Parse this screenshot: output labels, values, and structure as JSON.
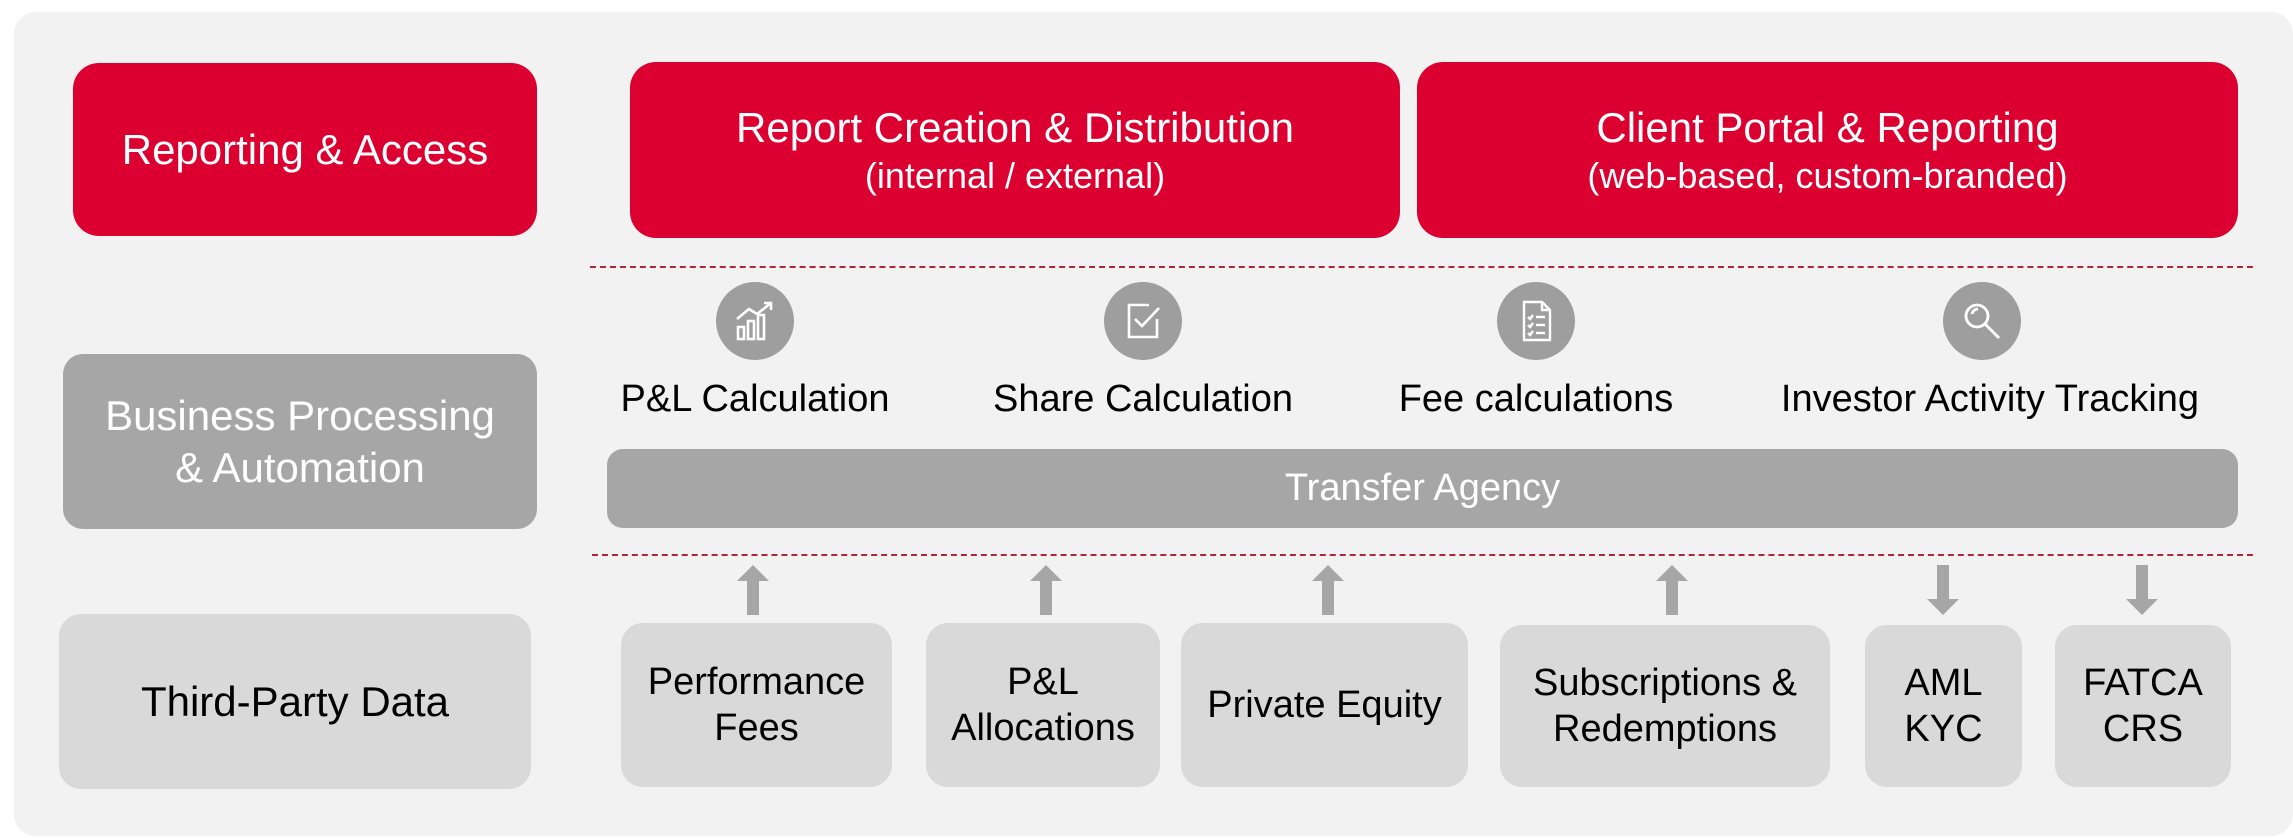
{
  "layers": {
    "reporting": "Reporting & Access",
    "processing_line1": "Business Processing",
    "processing_line2": "& Automation",
    "third_party": "Third-Party Data"
  },
  "reporting_boxes": [
    {
      "title": "Report Creation & Distribution",
      "subtitle": "(internal / external)"
    },
    {
      "title": "Client Portal & Reporting",
      "subtitle": "(web-based, custom-branded)"
    }
  ],
  "processes": [
    {
      "label": "P&L Calculation",
      "icon": "chart-growth-icon"
    },
    {
      "label": "Share Calculation",
      "icon": "checkbox-icon"
    },
    {
      "label": "Fee calculations",
      "icon": "checklist-document-icon"
    },
    {
      "label": "Investor Activity Tracking",
      "icon": "magnifier-icon"
    }
  ],
  "transfer_agency": "Transfer Agency",
  "data_sources": [
    {
      "line1": "Performance",
      "line2": "Fees",
      "direction": "up"
    },
    {
      "line1": "P&L",
      "line2": "Allocations",
      "direction": "up"
    },
    {
      "line1": "Private Equity",
      "line2": "",
      "direction": "up"
    },
    {
      "line1": "Subscriptions &",
      "line2": "Redemptions",
      "direction": "up"
    },
    {
      "line1": "AML",
      "line2": "KYC",
      "direction": "down"
    },
    {
      "line1": "FATCA",
      "line2": "CRS",
      "direction": "down"
    }
  ],
  "colors": {
    "accent_red": "#dc0031",
    "mid_gray": "#a6a6a6",
    "light_gray": "#d9d9d9",
    "divider": "#b2243f"
  }
}
